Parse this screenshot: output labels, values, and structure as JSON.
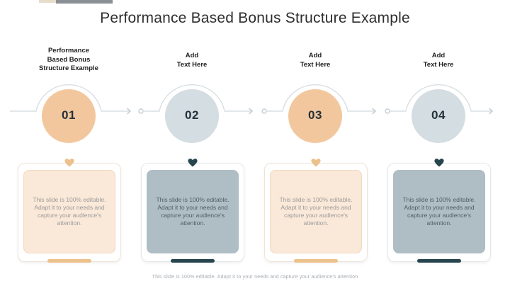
{
  "slide": {
    "title": "Performance Based Bonus Structure Example",
    "footer_caption": "This slide is 100% editable. Adapt it to your needs and capture your audience's attention"
  },
  "steps": [
    {
      "number": "01",
      "heading": "Performance Based Bonus Structure Example",
      "heading_lines": [
        "Performance",
        "Based Bonus",
        "Structure Example"
      ],
      "body": "This slide is 100% editable. Adapt it to your needs and capture your audience's attention.",
      "theme": "peach"
    },
    {
      "number": "02",
      "heading": "Add Text Here",
      "heading_lines": [
        "Add",
        "Text Here"
      ],
      "body": "This slide is 100% editable. Adapt it to your needs and capture your audience's attention.",
      "theme": "slate"
    },
    {
      "number": "03",
      "heading": "Add Text Here",
      "heading_lines": [
        "Add",
        "Text Here"
      ],
      "body": "This slide is 100% editable. Adapt it to your needs and capture your audience's attention.",
      "theme": "peach"
    },
    {
      "number": "04",
      "heading": "Add Text Here",
      "heading_lines": [
        "Add",
        "Text Here"
      ],
      "body": "This slide is 100% editable. Adapt it to your needs and capture your audience's attention.",
      "theme": "slate"
    }
  ],
  "colors": {
    "peach_circle": "#f3c79e",
    "slate_circle": "#d3dde2",
    "peach_panel": "#fae8d8",
    "slate_panel": "#afbdc4",
    "peach_accent": "#edc18c",
    "slate_accent": "#26454e",
    "connector_line": "#d9dfe3",
    "title_text": "#2e2e2e",
    "panel_text_peach": "#9b9b9b",
    "panel_text_slate": "#4f5e66"
  }
}
